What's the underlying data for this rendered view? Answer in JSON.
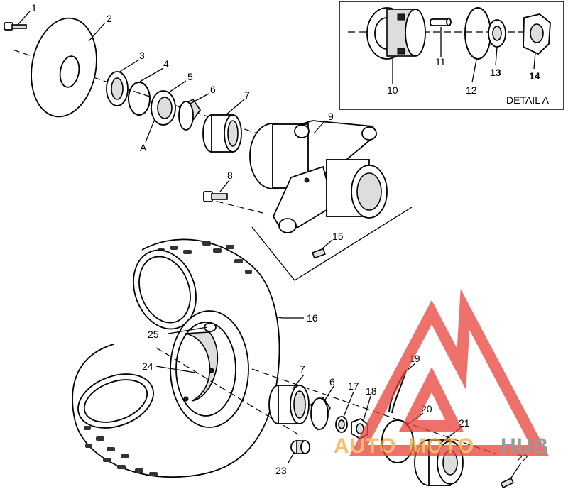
{
  "callouts": [
    "1",
    "2",
    "3",
    "4",
    "5",
    "6",
    "7",
    "8",
    "9",
    "15",
    "16",
    "25",
    "24",
    "7",
    "6",
    "17",
    "18",
    "19",
    "20",
    "21",
    "22",
    "23"
  ],
  "detail": {
    "callouts": [
      "10",
      "11",
      "12",
      "13",
      "14"
    ],
    "caption": "DETAIL A",
    "ref_letter": "A"
  },
  "watermark": {
    "brand_part1": "AUTO",
    "brand_part2": "MOTO",
    "brand_part3": "HUB",
    "color_primary": "#e8413a",
    "color_secondary": "#f2a93b",
    "color_tertiary": "#777777"
  }
}
